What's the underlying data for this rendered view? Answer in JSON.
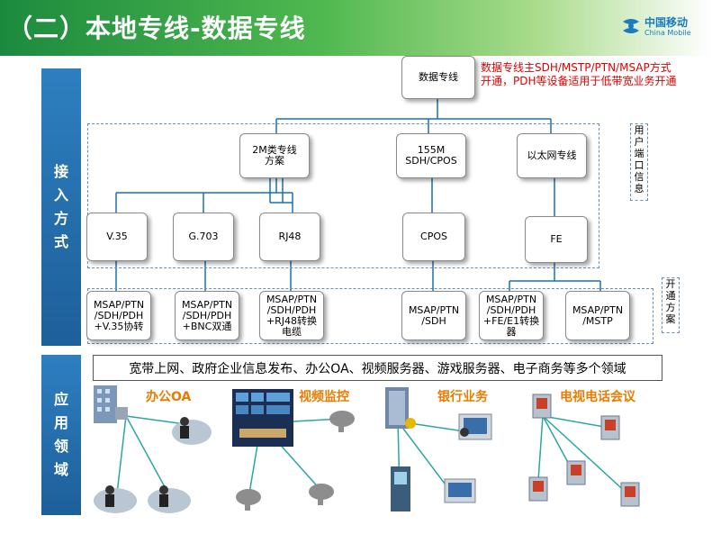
{
  "title": "（二）本地专线-数据专线",
  "logo": {
    "cn": "中国移动",
    "en": "China Mobile"
  },
  "sidebar": {
    "access": "接入方式",
    "application": "应用领域"
  },
  "root": "数据专线",
  "note": "数据专线主SDH/MSTP/PTN/MSAP方式开通，PDH等设备适用于低带宽业务开通",
  "level1": [
    {
      "id": "m2",
      "label": "2M类专线方案"
    },
    {
      "id": "m155",
      "label": "155M SDH/CPOS"
    },
    {
      "id": "eth",
      "label": "以太网专线"
    }
  ],
  "interfaces": [
    "V.35",
    "G.703",
    "RJ48",
    "CPOS",
    "FE"
  ],
  "user_port_label": "用户端口信息",
  "solutions": [
    "MSAP/PTN /SDH/PDH +V.35协转",
    "MSAP/PTN /SDH/PDH +BNC双通",
    "MSAP/PTN /SDH/PDH +RJ48转换电缆",
    "MSAP/PTN /SDH",
    "MSAP/PTN /SDH/PDH +FE/E1转换器",
    "MSAP/PTN /MSTP"
  ],
  "open_label": "开通方案",
  "application_band": "宽带上网、政府企业信息发布、办公OA、视频服务器、游戏服务器、电子商务等多个领域",
  "applications": [
    "办公OA",
    "视频监控",
    "银行业务",
    "电视电话会议"
  ],
  "colors": {
    "header_start": "#1c8a3e",
    "sidebar": "#2e7fc0",
    "note": "#e00000",
    "app_label": "#e87c00",
    "line": "#1a6fb8"
  }
}
